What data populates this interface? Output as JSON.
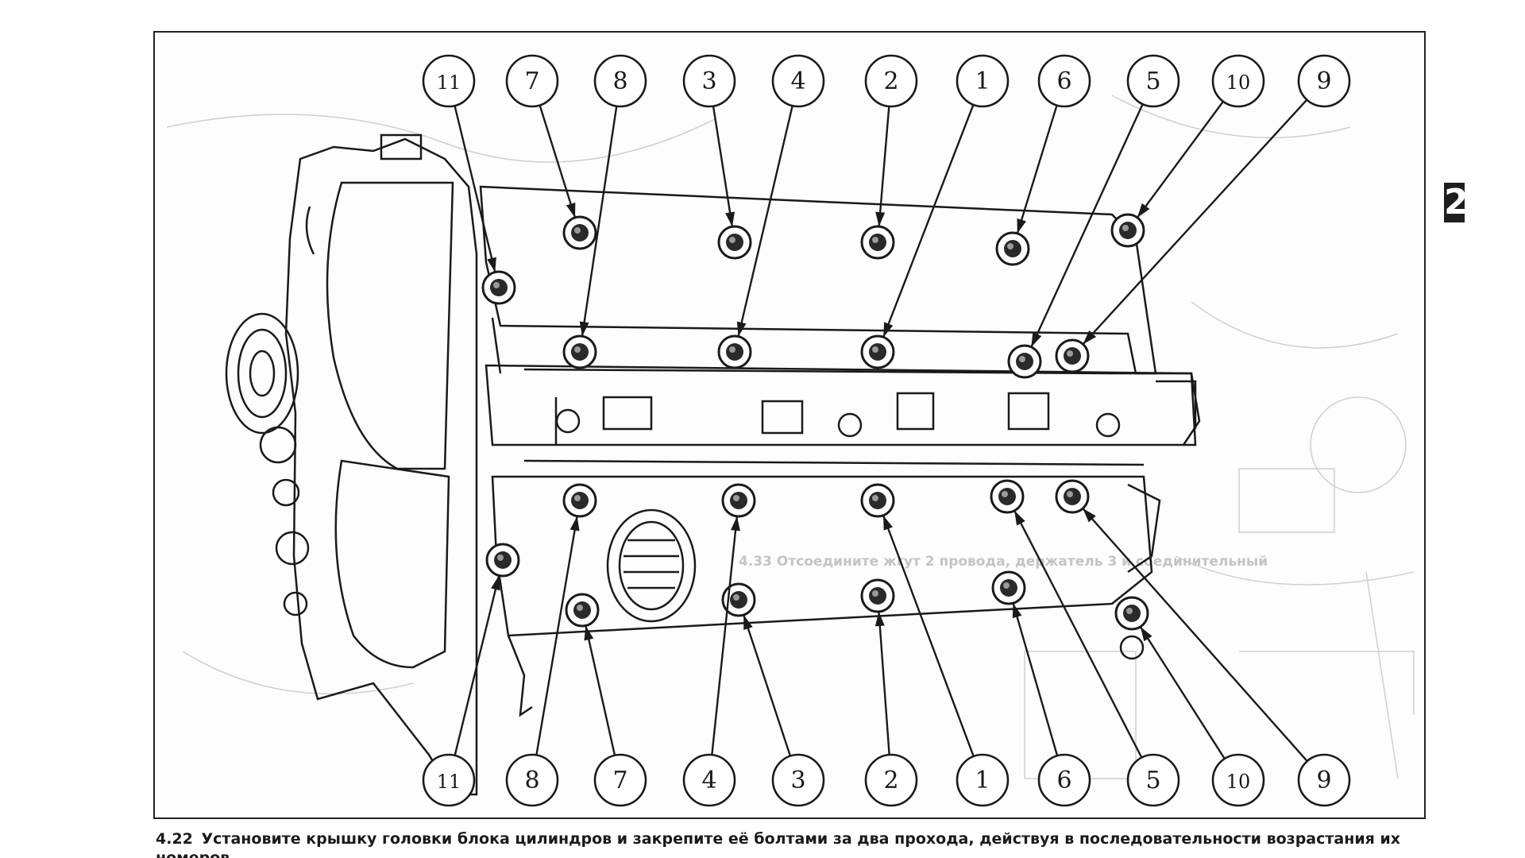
{
  "figure": {
    "number": "4.22",
    "caption": "Установите крышку головки блока цилиндров и закрепите её болтами за два прохода, действуя в последовательности возрастания их номеров."
  },
  "section_marker": "2",
  "callouts": {
    "top": [
      "11",
      "7",
      "8",
      "3",
      "4",
      "2",
      "1",
      "6",
      "5",
      "10",
      "9"
    ],
    "bottom": [
      "11",
      "8",
      "7",
      "4",
      "3",
      "2",
      "1",
      "6",
      "5",
      "10",
      "9"
    ]
  },
  "background_text": [
    "4.33 Отсоедините жгут 2 провода, держатель 3 и соединительный"
  ],
  "colors": {
    "ink": "#1a1a1a",
    "ghost": "#c8c8c8",
    "paper": "#fdfdfd"
  }
}
